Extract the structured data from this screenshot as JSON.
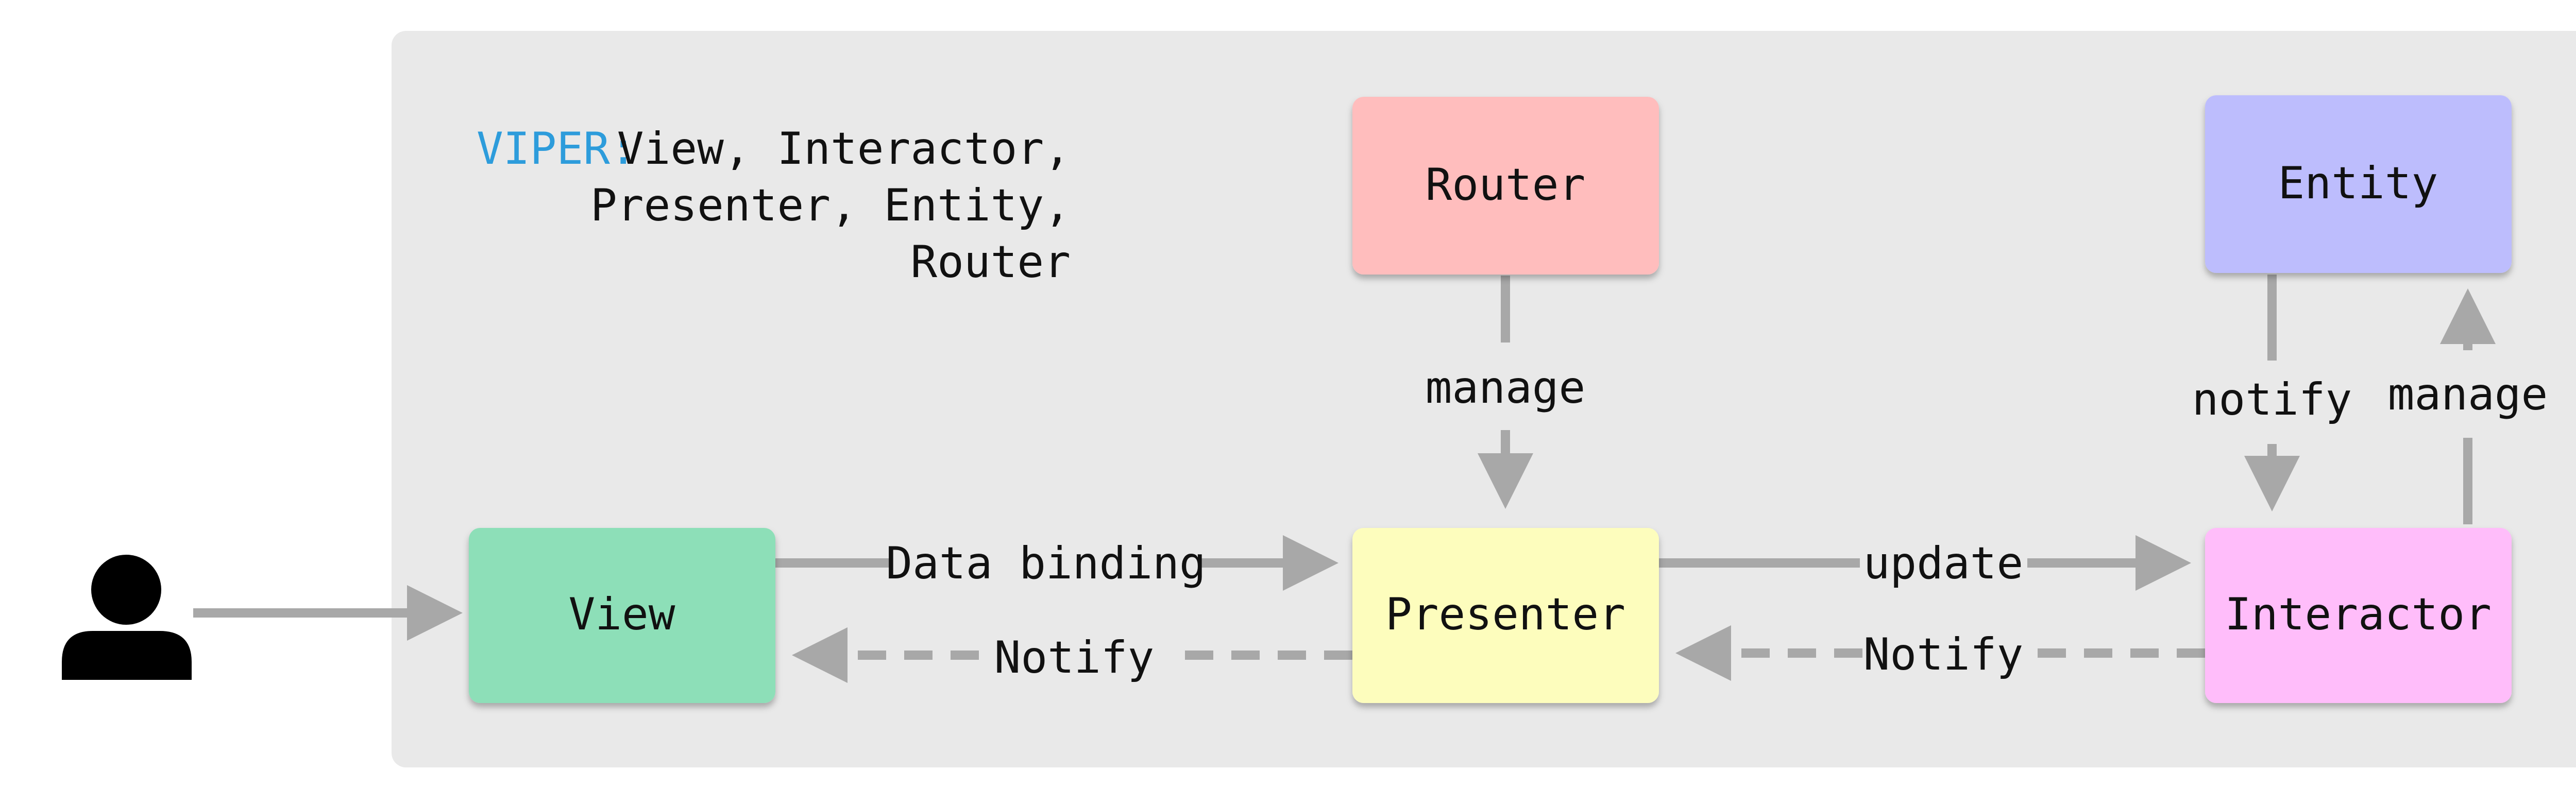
{
  "title": {
    "prefix": "VIPER:",
    "lines": [
      "View, Interactor,",
      "Presenter, Entity,",
      "Router"
    ],
    "prefix_color": "#2d9cdb",
    "text_color": "#111111"
  },
  "user": {
    "icon": "person-icon"
  },
  "nodes": {
    "view": {
      "label": "View",
      "color": "#8ddfb8"
    },
    "presenter": {
      "label": "Presenter",
      "color": "#fdfdbd"
    },
    "router": {
      "label": "Router",
      "color": "#ffbdbd"
    },
    "interactor": {
      "label": "Interactor",
      "color": "#ffbdfa"
    },
    "entity": {
      "label": "Entity",
      "color": "#bdbdfd"
    }
  },
  "edges": {
    "view_to_presenter": {
      "label": "Data binding"
    },
    "presenter_to_view": {
      "label": "Notify"
    },
    "router_to_presenter": {
      "label": "manage"
    },
    "presenter_to_interactor": {
      "label": "update"
    },
    "interactor_to_presenter": {
      "label": "Notify"
    },
    "entity_to_interactor": {
      "label": "notify"
    },
    "interactor_to_entity": {
      "label": "manage"
    }
  },
  "colors": {
    "arrow": "#a8a8a8",
    "panel": "#e9e9e9"
  }
}
